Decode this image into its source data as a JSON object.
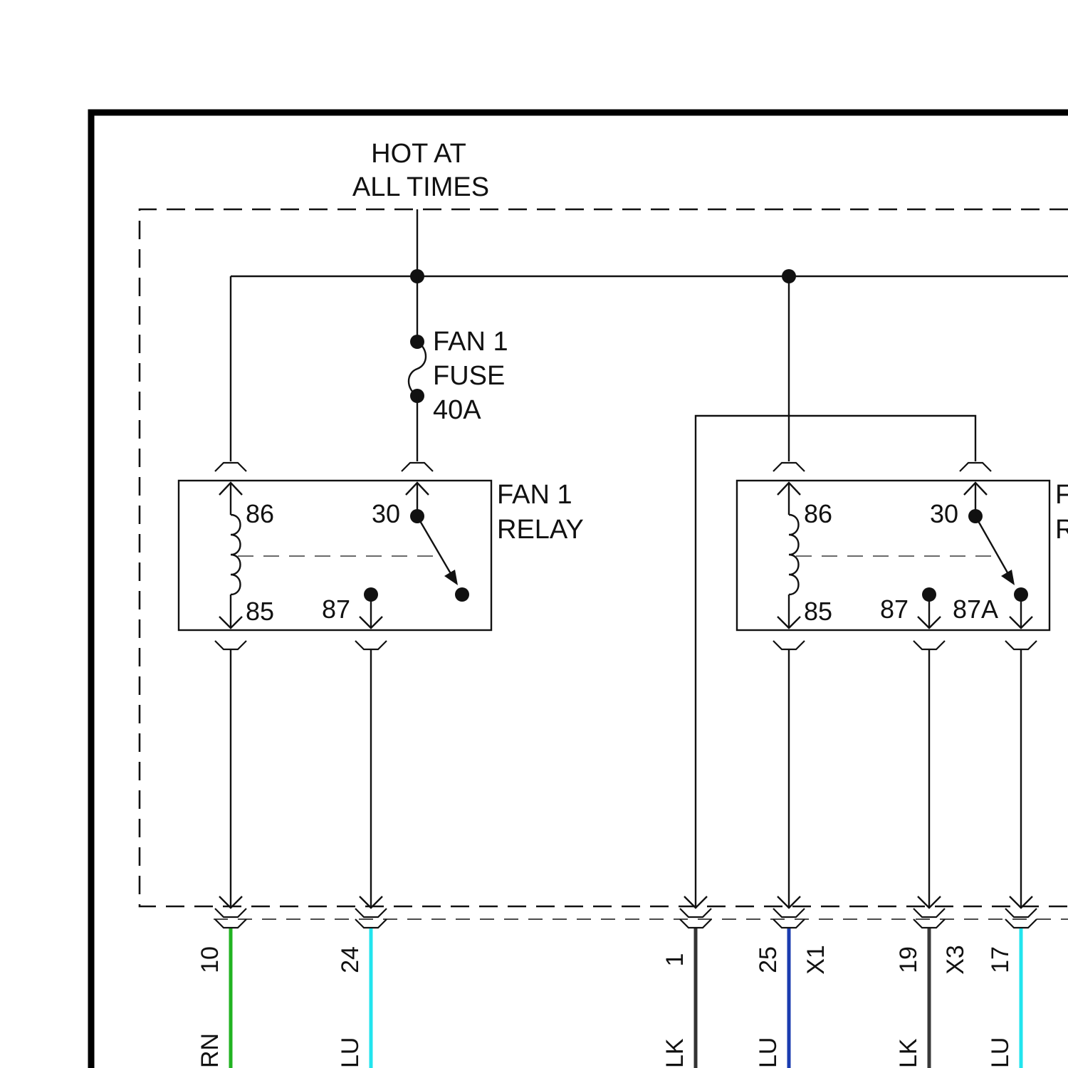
{
  "supply": {
    "line1": "HOT AT",
    "line2": "ALL TIMES"
  },
  "fuse": {
    "line1": "FAN 1",
    "line2": "FUSE",
    "line3": "40A"
  },
  "relay1": {
    "line1": "FAN 1",
    "line2": "RELAY",
    "pins": {
      "p86": "86",
      "p85": "85",
      "p30": "30",
      "p87": "87"
    }
  },
  "relay2": {
    "line1": "F",
    "line2": "R",
    "pins": {
      "p86": "86",
      "p85": "85",
      "p30": "30",
      "p87": "87",
      "p87a": "87A"
    }
  },
  "connectors": {
    "x1": "X1",
    "x3": "X3"
  },
  "wires": [
    {
      "pin": "10",
      "color_code": "RN",
      "color": "#22b322"
    },
    {
      "pin": "24",
      "color_code": "LU",
      "color": "#22e5ee"
    },
    {
      "pin": "1",
      "color_code": "LK",
      "color": "#333333"
    },
    {
      "pin": "25",
      "color_code": "LU",
      "color": "#1a3cb0"
    },
    {
      "pin": "19",
      "color_code": "LK",
      "color": "#3a3a3a"
    },
    {
      "pin": "17",
      "color_code": "LU",
      "color": "#22e5ee"
    }
  ]
}
